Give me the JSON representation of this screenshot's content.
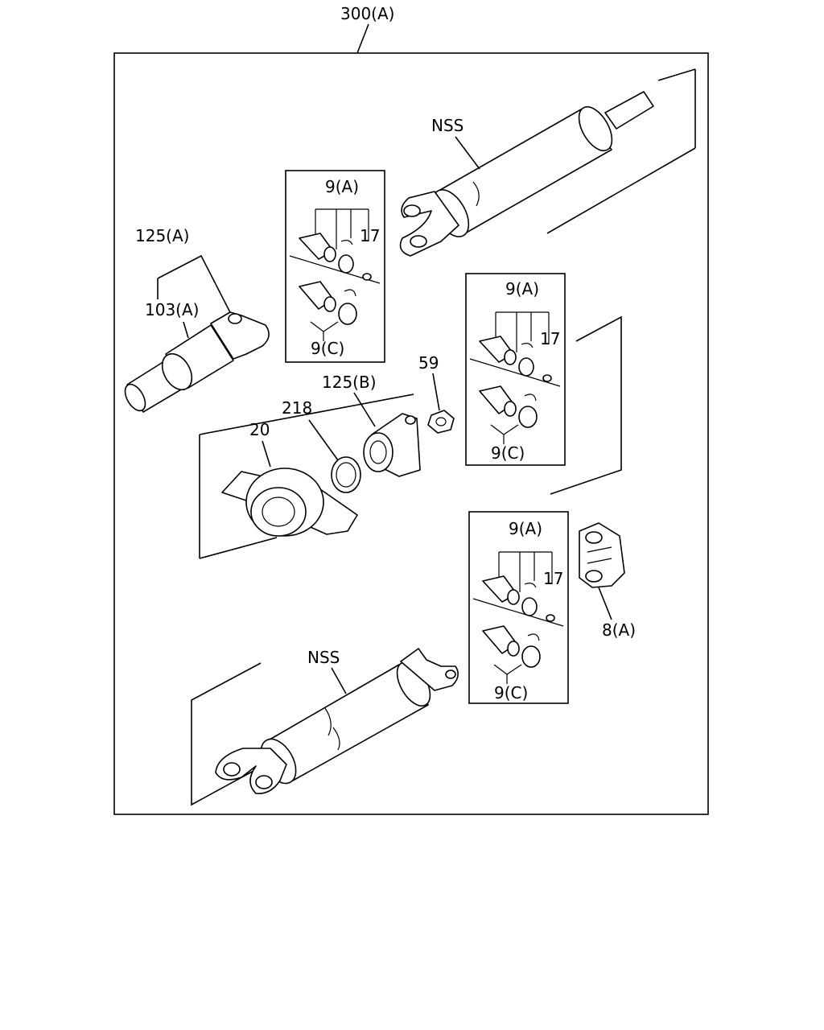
{
  "title": "300(A)",
  "labels": {
    "nss_top": "NSS",
    "nss_bottom": "NSS",
    "p125a": "125(A)",
    "p103a": "103(A)",
    "p125b": "125(B)",
    "p218": "218",
    "p20": "20",
    "p59": "59",
    "p8a": "8(A)"
  },
  "kits": [
    {
      "a": "9(A)",
      "n17": "17",
      "c": "9(C)"
    },
    {
      "a": "9(A)",
      "n17": "17",
      "c": "9(C)"
    },
    {
      "a": "9(A)",
      "n17": "17",
      "c": "9(C)"
    }
  ]
}
